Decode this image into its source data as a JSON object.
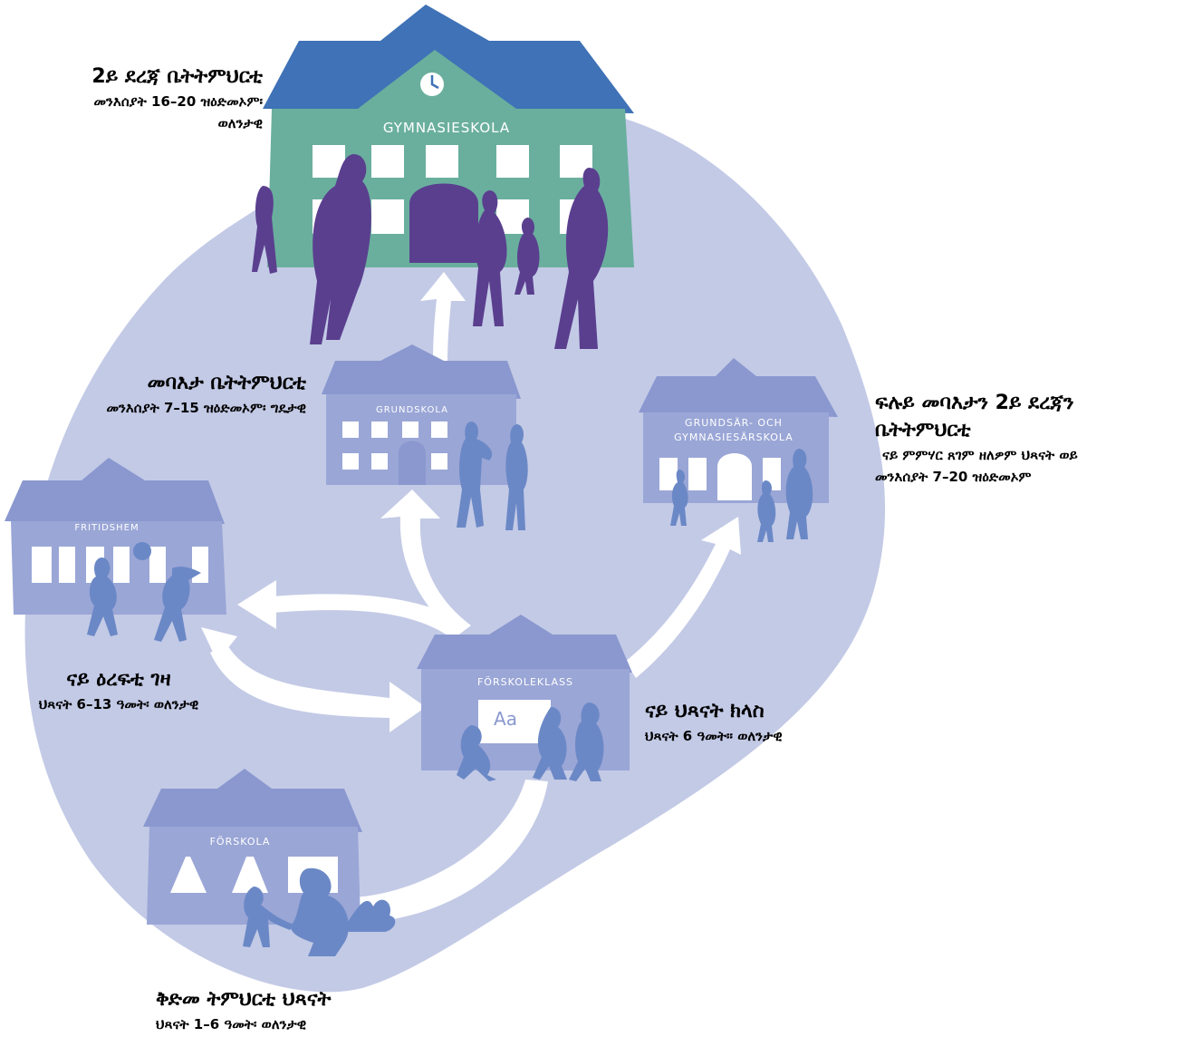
{
  "colors": {
    "region": "#c3cae6",
    "arrow": "#ffffff",
    "gymnasium_wall": "#6aaf9e",
    "gymnasium_roof": "#3f72b6",
    "people_dark": "#5a3f8f",
    "building_mid": "#8a98cf",
    "building_light": "#9aa6d6",
    "people_light": "#6b88c6"
  },
  "buildings": {
    "gymnasieskola": "GYMNASIESKOLA",
    "grundskola": "GRUNDSKOLA",
    "sarskola_line1": "GRUNDSÄR- OCH",
    "sarskola_line2": "GYMNASIESÄRSKOLA",
    "fritidshem": "FRITIDSHEM",
    "forskoleklass": "FÖRSKOLEKLASS",
    "forskola": "FÖRSKOLA",
    "board_text": "Aa"
  },
  "labels": {
    "gymnasium": {
      "title": "2ይ ደረጃ ቤትትምህርቲ",
      "line1": "መንእሰያት 16–20 ዝዕድመኦም፡",
      "line2": "ወለንታዊ"
    },
    "grundskola": {
      "title": "መባእታ ቤትትምህርቲ",
      "line1": "መንእሰያት 7–15 ዝዕድመኦም፡ ግዴታዊ"
    },
    "sarskola": {
      "title_line1": "ፍሉይ መባእታን 2ይ ደረጃን",
      "title_line2": "ቤትትምህርቲ",
      "line1": "ናይ ምምሃር ጸገም ዘለዎም ህጻናት ወይ",
      "line2": "መንእሰያት 7–20 ዝዕድመኦም"
    },
    "fritidshem": {
      "title": "ናይ ዕረፍቲ ገዛ",
      "line1": "ህጻናት 6–13 ዓመት፡ ወለንታዊ"
    },
    "forskoleklass": {
      "title": "ናይ ህጻናት ክላስ",
      "line1": "ህጻናት 6 ዓመት። ወለንታዊ"
    },
    "forskola": {
      "title": "ቅድመ ትምህርቲ ህጻናት",
      "line1": "ህጻናት 1–6 ዓመት፡ ወለንታዊ"
    }
  }
}
